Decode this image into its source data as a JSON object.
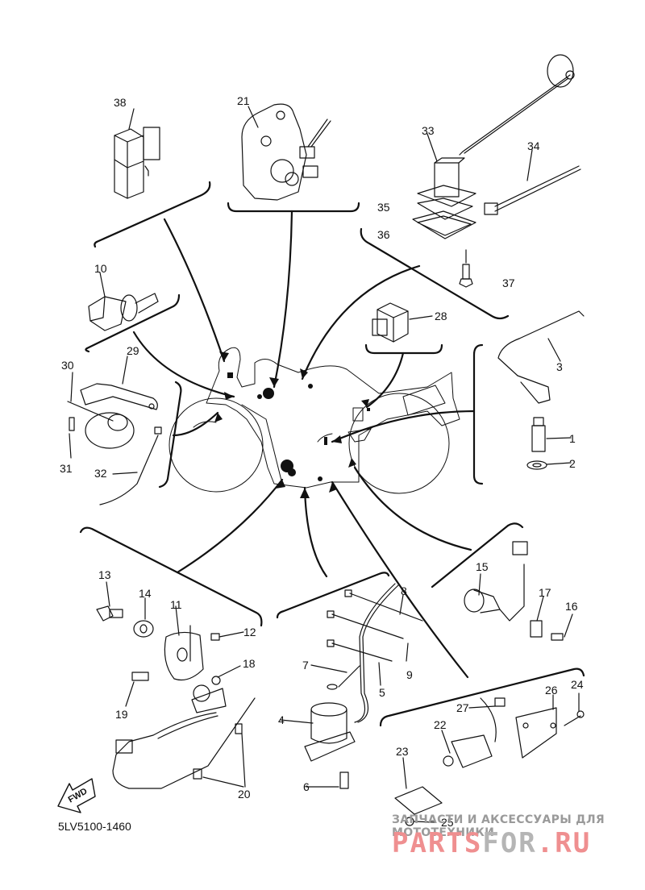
{
  "diagram": {
    "title": "Electrical parts diagram",
    "drawing_code": "5LV5100-1460",
    "direction_marker": "FWD",
    "callouts": [
      "1",
      "2",
      "3",
      "4",
      "5",
      "6",
      "7",
      "8",
      "9",
      "10",
      "11",
      "12",
      "13",
      "14",
      "15",
      "16",
      "17",
      "18",
      "19",
      "20",
      "21",
      "22",
      "23",
      "24",
      "25",
      "26",
      "27",
      "28",
      "29",
      "30",
      "31",
      "32",
      "33",
      "34",
      "35",
      "36",
      "37",
      "38"
    ]
  },
  "labels": {
    "n1": "1",
    "n2": "2",
    "n3": "3",
    "n4": "4",
    "n5": "5",
    "n6": "6",
    "n7": "7",
    "n8": "8",
    "n9": "9",
    "n10": "10",
    "n11": "11",
    "n12": "12",
    "n13": "13",
    "n14": "14",
    "n15": "15",
    "n16": "16",
    "n17": "17",
    "n18": "18",
    "n19": "19",
    "n20": "20",
    "n21": "21",
    "n22": "22",
    "n23": "23",
    "n24": "24",
    "n25": "25",
    "n26": "26",
    "n27": "27",
    "n28": "28",
    "n29": "29",
    "n30": "30",
    "n31": "31",
    "n32": "32",
    "n33": "33",
    "n34": "34",
    "n35": "35",
    "n36": "36",
    "n37": "37",
    "n38": "38"
  },
  "watermark": {
    "tagline": "ЗАПЧАСТИ И АКСЕССУАРЫ ДЛЯ МОТОТЕХНИКИ",
    "brand_part1": "PARTS",
    "brand_part2": "FOR",
    "brand_part3": ".RU",
    "colors": {
      "red": "#ef8f90",
      "gray": "#b5b5b5"
    }
  }
}
